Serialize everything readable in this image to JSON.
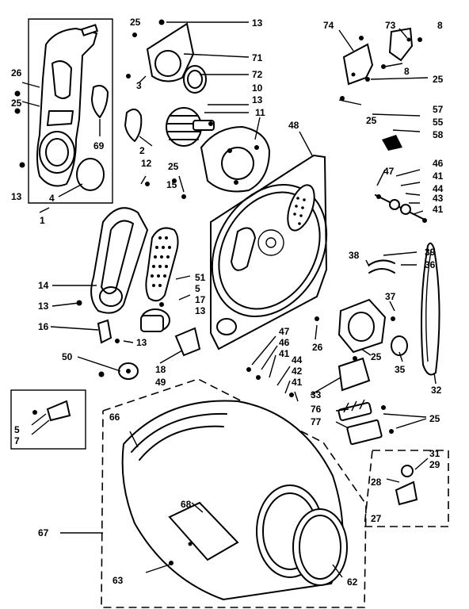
{
  "callouts": [
    {
      "id": "c25a",
      "text": "25"
    },
    {
      "id": "c13a",
      "text": "13"
    },
    {
      "id": "c71",
      "text": "71"
    },
    {
      "id": "c72",
      "text": "72"
    },
    {
      "id": "c3",
      "text": "3"
    },
    {
      "id": "c10",
      "text": "10"
    },
    {
      "id": "c13b",
      "text": "13"
    },
    {
      "id": "c11",
      "text": "11"
    },
    {
      "id": "c26a",
      "text": "26"
    },
    {
      "id": "c25b",
      "text": "25"
    },
    {
      "id": "c69",
      "text": "69"
    },
    {
      "id": "c2",
      "text": "2"
    },
    {
      "id": "c12",
      "text": "12"
    },
    {
      "id": "c25c",
      "text": "25"
    },
    {
      "id": "c15",
      "text": "15"
    },
    {
      "id": "c13c",
      "text": "13"
    },
    {
      "id": "c4",
      "text": "4"
    },
    {
      "id": "c1",
      "text": "1"
    },
    {
      "id": "c74",
      "text": "74"
    },
    {
      "id": "c73",
      "text": "73"
    },
    {
      "id": "c8a",
      "text": "8"
    },
    {
      "id": "c8b",
      "text": "8"
    },
    {
      "id": "c25d",
      "text": "25"
    },
    {
      "id": "c48",
      "text": "48"
    },
    {
      "id": "c25e",
      "text": "25"
    },
    {
      "id": "c57",
      "text": "57"
    },
    {
      "id": "c55",
      "text": "55"
    },
    {
      "id": "c58",
      "text": "58"
    },
    {
      "id": "c47a",
      "text": "47"
    },
    {
      "id": "c46a",
      "text": "46"
    },
    {
      "id": "c41a",
      "text": "41"
    },
    {
      "id": "c44a",
      "text": "44"
    },
    {
      "id": "c43",
      "text": "43"
    },
    {
      "id": "c41b",
      "text": "41"
    },
    {
      "id": "c39",
      "text": "39"
    },
    {
      "id": "c38",
      "text": "38"
    },
    {
      "id": "c36",
      "text": "36"
    },
    {
      "id": "c37",
      "text": "37"
    },
    {
      "id": "c51",
      "text": "51"
    },
    {
      "id": "c5a",
      "text": "5"
    },
    {
      "id": "c17",
      "text": "17"
    },
    {
      "id": "c13d",
      "text": "13"
    },
    {
      "id": "c14",
      "text": "14"
    },
    {
      "id": "c13e",
      "text": "13"
    },
    {
      "id": "c16",
      "text": "16"
    },
    {
      "id": "c13f",
      "text": "13"
    },
    {
      "id": "c50",
      "text": "50"
    },
    {
      "id": "c18",
      "text": "18"
    },
    {
      "id": "c49",
      "text": "49"
    },
    {
      "id": "c47b",
      "text": "47"
    },
    {
      "id": "c46b",
      "text": "46"
    },
    {
      "id": "c41c",
      "text": "41"
    },
    {
      "id": "c44b",
      "text": "44"
    },
    {
      "id": "c42",
      "text": "42"
    },
    {
      "id": "c41d",
      "text": "41"
    },
    {
      "id": "c26b",
      "text": "26"
    },
    {
      "id": "c25f",
      "text": "25"
    },
    {
      "id": "c35",
      "text": "35"
    },
    {
      "id": "c32",
      "text": "32"
    },
    {
      "id": "c33",
      "text": "33"
    },
    {
      "id": "c76",
      "text": "76"
    },
    {
      "id": "c77",
      "text": "77"
    },
    {
      "id": "c25g",
      "text": "25"
    },
    {
      "id": "c5b",
      "text": "5"
    },
    {
      "id": "c7",
      "text": "7"
    },
    {
      "id": "c66",
      "text": "66"
    },
    {
      "id": "c31",
      "text": "31"
    },
    {
      "id": "c29",
      "text": "29"
    },
    {
      "id": "c28",
      "text": "28"
    },
    {
      "id": "c27",
      "text": "27"
    },
    {
      "id": "c68",
      "text": "68"
    },
    {
      "id": "c67",
      "text": "67"
    },
    {
      "id": "c63",
      "text": "63"
    },
    {
      "id": "c62",
      "text": "62"
    }
  ]
}
